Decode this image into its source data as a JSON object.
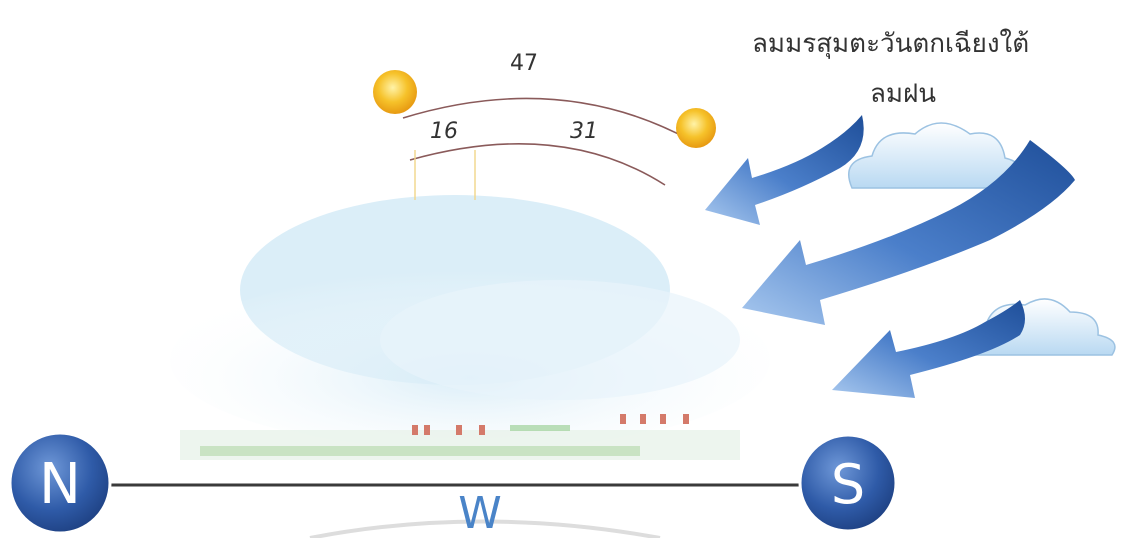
{
  "labels": {
    "angle_total": "47",
    "angle_left": "16",
    "angle_right": "31",
    "wind_title": "ลมมรสุมตะวันตกเฉียงใต้",
    "wind_subtitle": "ลมฝน"
  },
  "compass": {
    "north": "N",
    "south": "S",
    "west": "W"
  },
  "colors": {
    "sun": "#f5b81c",
    "arrow_dark": "#2a5aa5",
    "arrow_light": "#8fb6e6",
    "compass_circle": "#2f5ba8",
    "horizon_line": "#3a3a3a",
    "arc_line": "#8a5a5a",
    "west_letter": "#4a84c8"
  },
  "icons": [
    "sun-icon",
    "cloud-icon",
    "wind-arrow-icon"
  ]
}
